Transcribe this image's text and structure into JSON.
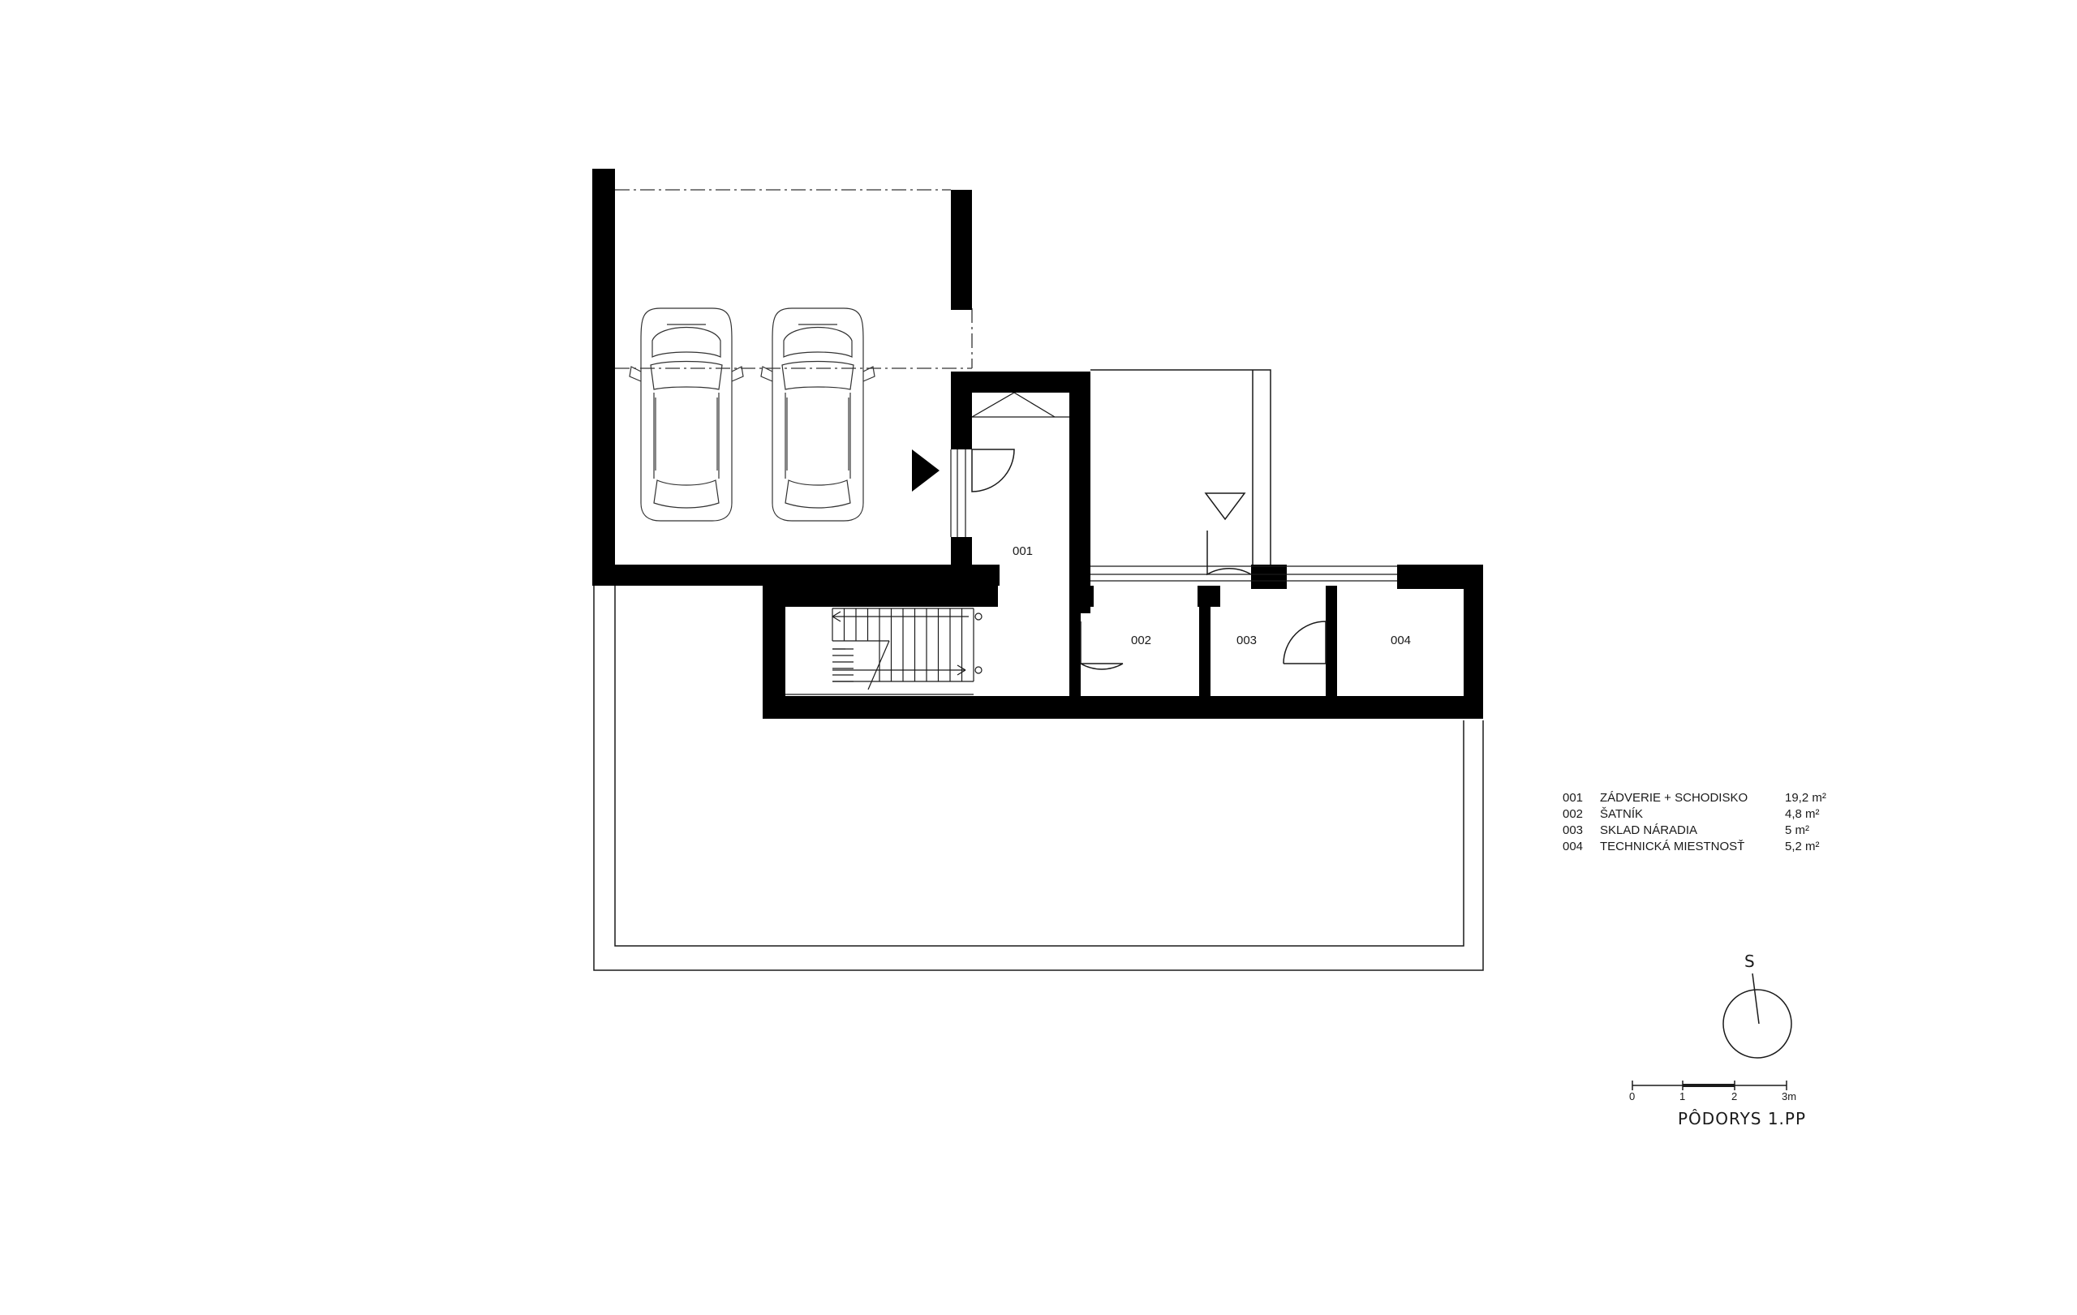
{
  "rooms": [
    {
      "id": "001",
      "name": "ZÁDVERIE + SCHODISKO",
      "area": "19,2 m²"
    },
    {
      "id": "002",
      "name": "ŠATNÍK",
      "area": "4,8 m²"
    },
    {
      "id": "003",
      "name": "SKLAD NÁRADIA",
      "area": "5 m²"
    },
    {
      "id": "004",
      "name": "TECHNICKÁ MIESTNOSŤ",
      "area": "5,2 m²"
    }
  ],
  "north_label": "S",
  "scale": {
    "ticks": [
      "0",
      "1",
      "2",
      "3m"
    ]
  },
  "drawing_title": "PÔDORYS 1.PP"
}
